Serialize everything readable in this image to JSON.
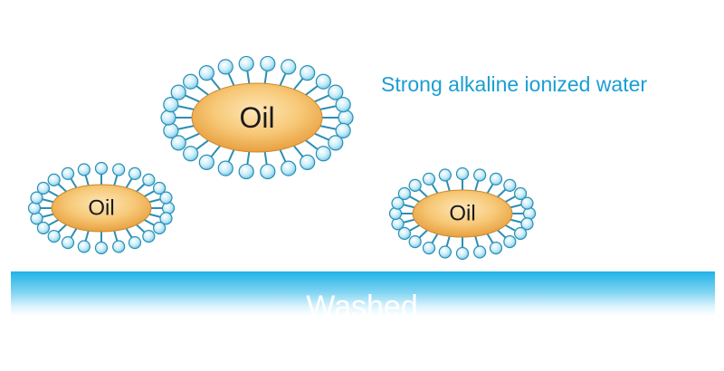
{
  "heading": "Strong alkaline ionized water",
  "surface_label": "Washed",
  "droplets": [
    {
      "id": "large-top",
      "label": "Oil"
    },
    {
      "id": "left",
      "label": "Oil"
    },
    {
      "id": "right",
      "label": "Oil"
    }
  ],
  "colors": {
    "heading_text": "#1a9ed3",
    "oil_fill": "#f0a84a",
    "oil_highlight": "#fde6b8",
    "molecule_head": "#bfe8f6",
    "molecule_stroke": "#2a8fb4",
    "surface_top": "#20b3e6",
    "surface_label": "#ffffff"
  }
}
